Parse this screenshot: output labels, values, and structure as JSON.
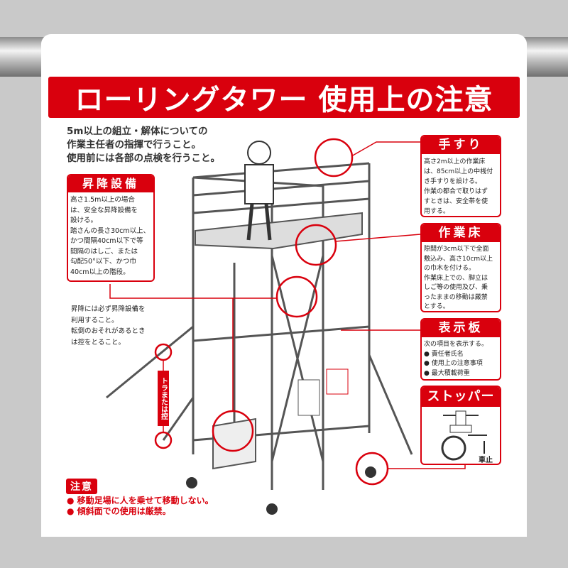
{
  "title": "ローリングタワー 使用上の注意",
  "intro": [
    "5m以上の組立・解体についての",
    "作業主任者の指揮で行うこと。",
    "使用前には各部の点検を行うこと。"
  ],
  "boxes": {
    "shouko": {
      "title": "昇降設備",
      "lines": [
        "高さ1.5m以上の場合",
        "は、安全な昇降設備を",
        "設ける。",
        "踏さんの長さ30cm以上、",
        "かつ間隔40cm以下で等",
        "間隔のはしご、または",
        "勾配50°以下、かつ巾",
        "40cm以上の階段。"
      ]
    },
    "tesuri": {
      "title": "手すり",
      "lines": [
        "高さ2m以上の作業床",
        "は、85cm以上の中桟付",
        "き手すりを設ける。",
        "作業の都合で取りはず",
        "すときは、安全帯を使",
        "用する。"
      ]
    },
    "sagyoyuka": {
      "title": "作業床",
      "lines": [
        "隙間が3cm以下で全面",
        "敷込み、高さ10cm以上",
        "の巾木を付ける。",
        "作業床上での、脚立は",
        "しご等の使用及び、乗",
        "ったままの移動は厳禁",
        "とする。"
      ]
    },
    "hyojiban": {
      "title": "表示板",
      "lines": [
        "次の項目を表示する。",
        "● 責任者氏名",
        "● 使用上の注意事項",
        "● 最大積載荷重"
      ]
    },
    "stopper": {
      "title": "ストッパー",
      "label": "車止"
    }
  },
  "note": [
    "昇降には必ず昇降設備を",
    "利用すること。",
    "転倒のおそれがあるとき",
    "は控をとること。"
  ],
  "outrigger_label": "トラまたは控",
  "caution": {
    "title": "注意",
    "items": [
      "● 移動足場に人を乗せて移動しない。",
      "● 傾斜面での使用は厳禁。"
    ]
  },
  "colors": {
    "accent": "#d9000d",
    "background": "#c9c9c9"
  }
}
